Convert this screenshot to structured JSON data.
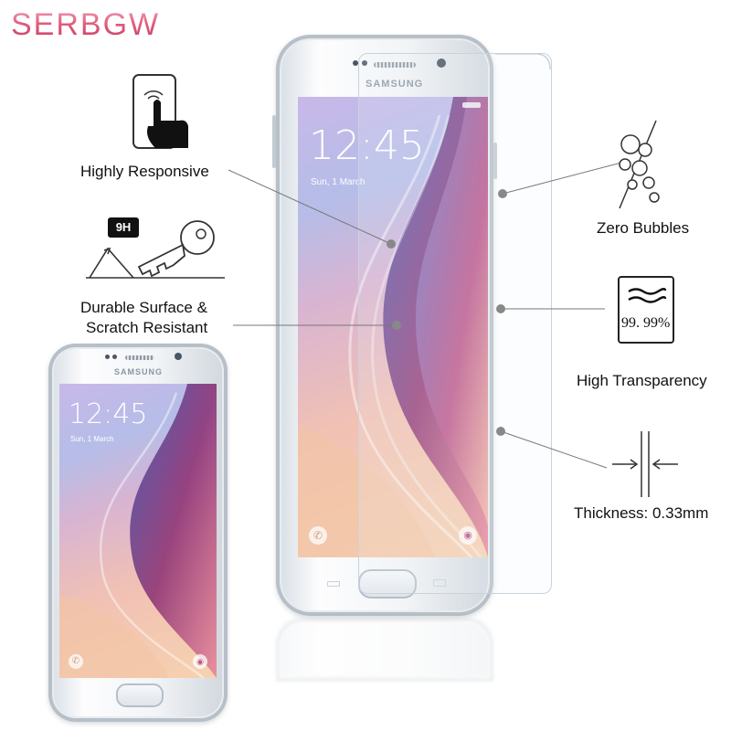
{
  "brand": {
    "name": "SERBGW"
  },
  "features": {
    "responsive": {
      "label": "Highly Responsive"
    },
    "scratch": {
      "line1": "Durable Surface &",
      "line2": "Scratch Resistant",
      "hardness_tag": "9H"
    },
    "bubbles": {
      "label": "Zero Bubbles"
    },
    "transparency": {
      "label": "High Transparency",
      "value": "99. 99%"
    },
    "thickness": {
      "label": "Thickness: 0.33mm"
    }
  },
  "phone_large": {
    "brand": "SAMSUNG",
    "clock": "12:45",
    "date": "Sun, 1 March"
  },
  "phone_small": {
    "brand": "SAMSUNG",
    "clock": "12:45",
    "date": "Sun, 1 March"
  },
  "colors": {
    "brand_gradient_top": "#f0a3b8",
    "brand_gradient_bottom": "#c23f64",
    "callout_line": "#777777"
  },
  "icons": {
    "responsive": "touch-finger-icon",
    "scratch": "key-scratch-icon",
    "bubbles": "bubbles-icon",
    "transparency": "transparency-box-icon",
    "thickness": "thickness-arrows-icon"
  }
}
